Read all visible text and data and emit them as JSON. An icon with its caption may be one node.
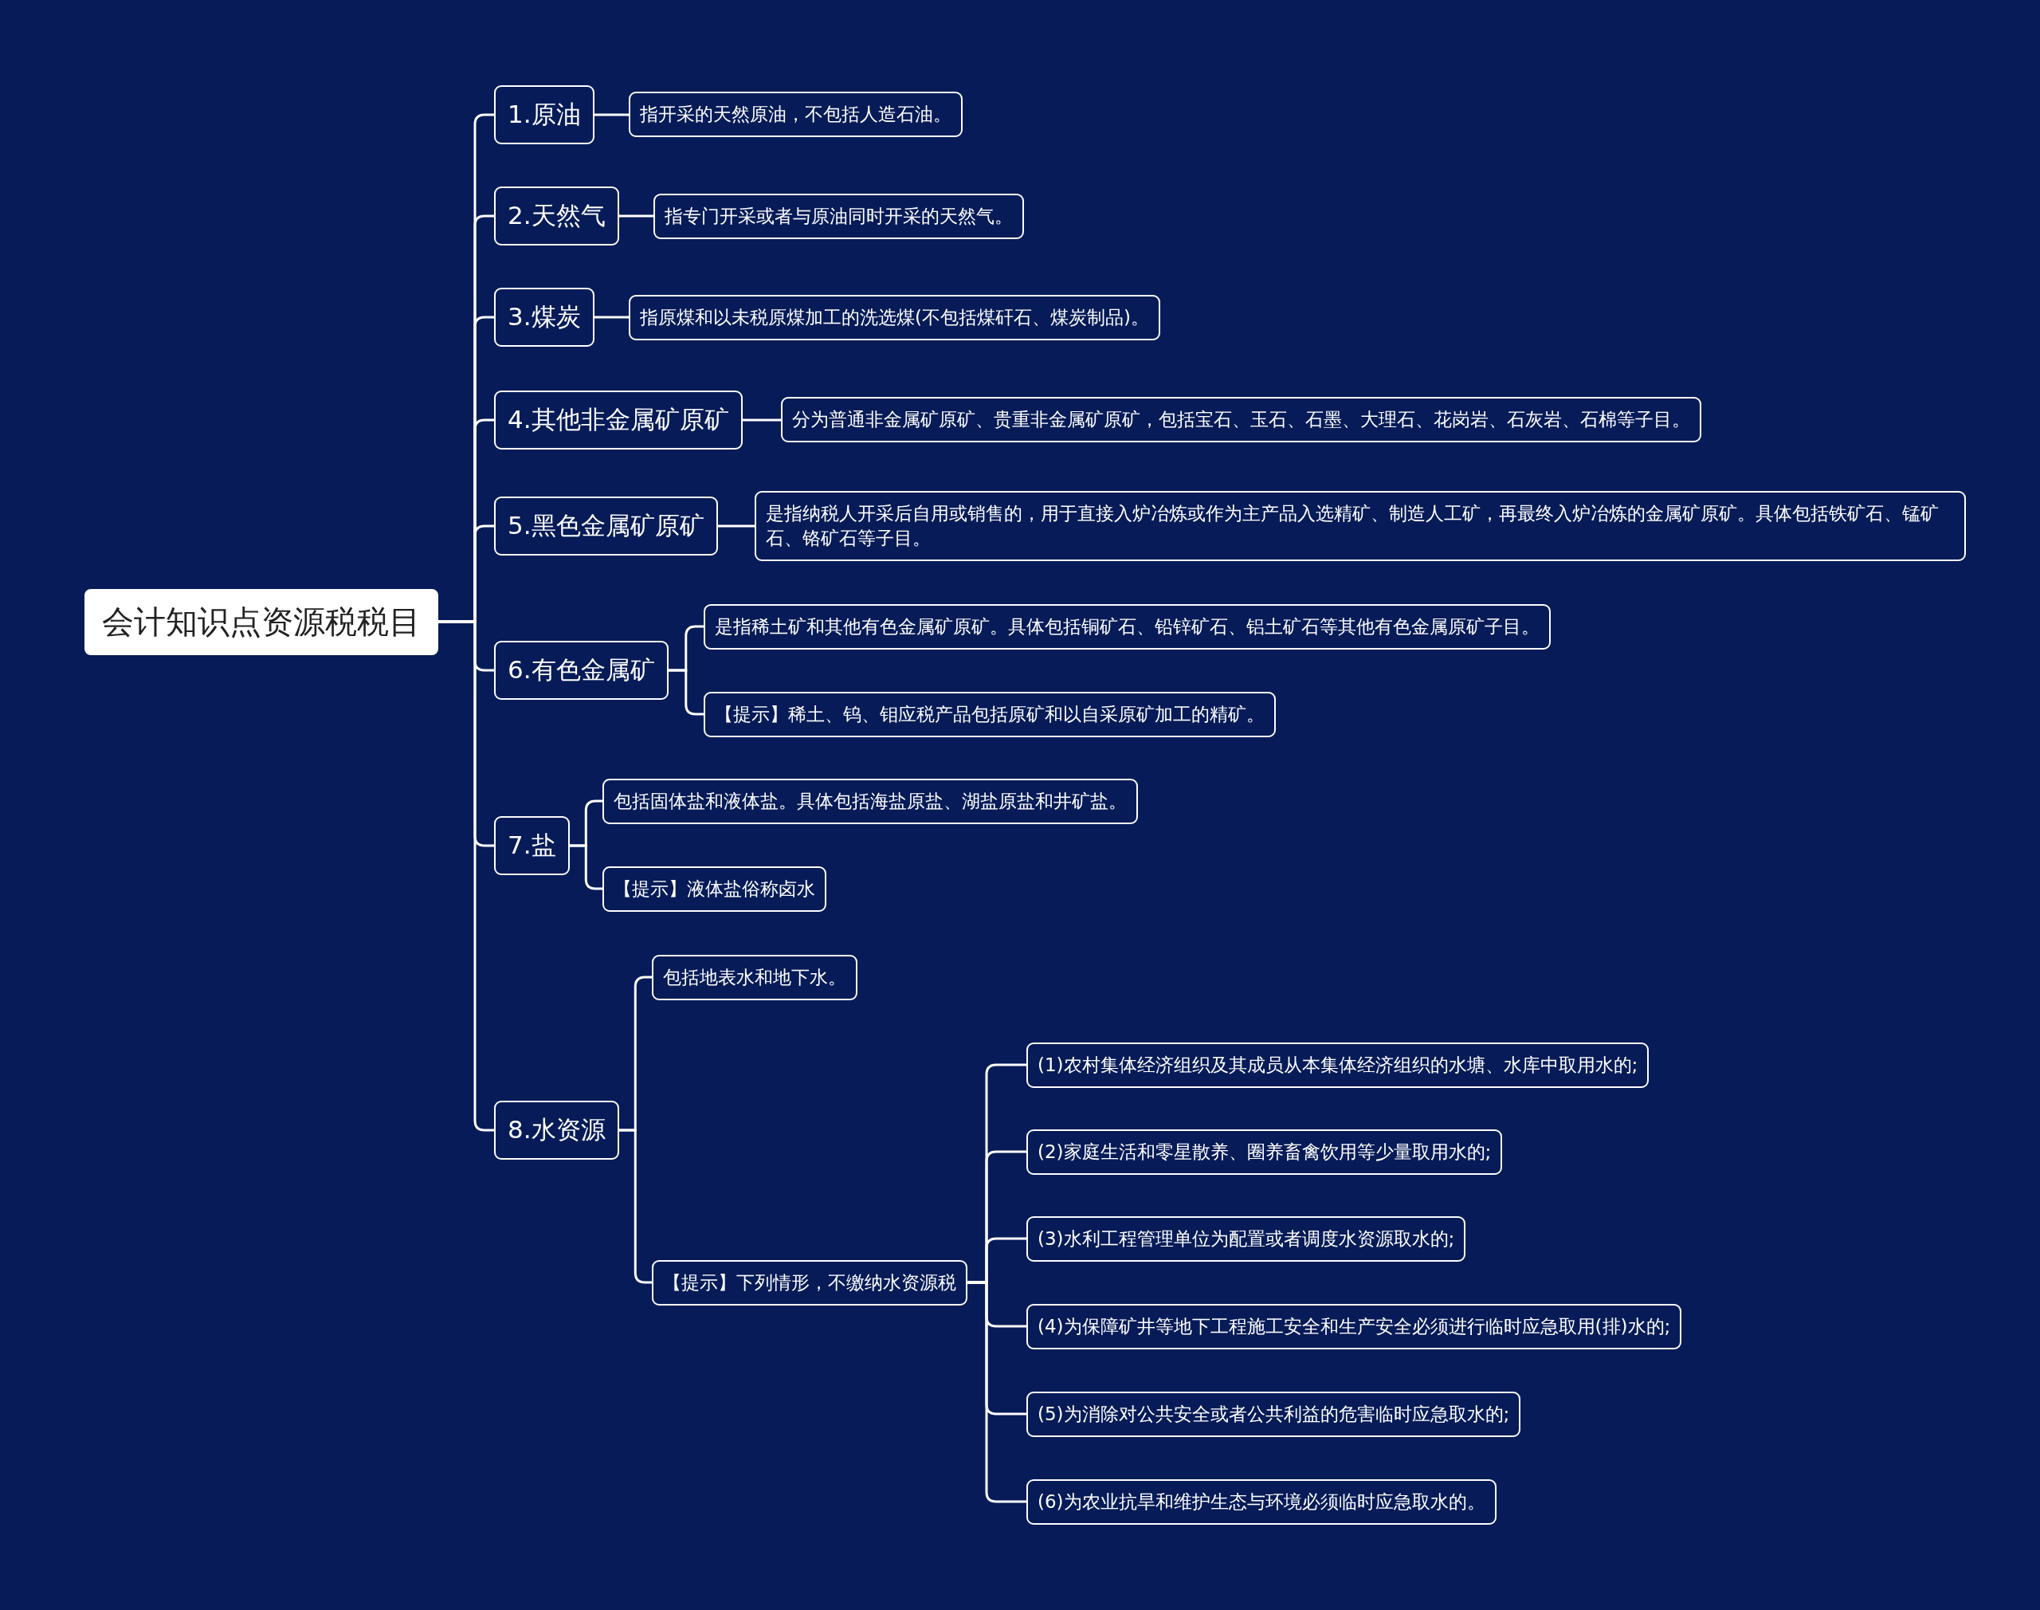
{
  "diagram": {
    "nodes": [
      {
        "text": [
          "会计知识点资源税税目"
        ]
      },
      {
        "text": [
          "1.原油"
        ]
      },
      {
        "text": [
          "指开采的天然原油，不包括人造石油。"
        ]
      },
      {
        "text": [
          "2.天然气"
        ]
      },
      {
        "text": [
          "指专门开采或者与原油同时开采的天然气。"
        ]
      },
      {
        "text": [
          "3.煤炭"
        ]
      },
      {
        "text": [
          "指原煤和以未税原煤加工的洗选煤(不包括煤矸石、煤炭制品)。"
        ]
      },
      {
        "text": [
          "4.其他非金属矿原矿"
        ]
      },
      {
        "text": [
          "分为普通非金属矿原矿、贵重非金属矿原矿，包括宝石、玉石、石墨、大理石、花岗岩、石灰岩、石棉等子目。"
        ]
      },
      {
        "text": [
          "5.黑色金属矿原矿"
        ]
      },
      {
        "text": [
          "是指纳税人开采后自用或销售的，用于直接入炉冶炼或作为主产品入选精矿、制造人工矿，再最终入炉冶炼的金属矿原矿。具体包括铁矿石、锰矿石、铬矿石等子目。"
        ]
      },
      {
        "text": [
          "6.有色金属矿"
        ]
      },
      {
        "text": [
          "是指稀土矿和其他有色金属矿原矿。具体包括铜矿石、铅锌矿石、铝土矿石等其他有色金属原矿子目。"
        ]
      },
      {
        "text": [
          "【提示】稀土、钨、钼应税产品包括原矿和以自采原矿加工的精矿。"
        ]
      },
      {
        "text": [
          "7.盐"
        ]
      },
      {
        "text": [
          "包括固体盐和液体盐。具体包括海盐原盐、湖盐原盐和井矿盐。"
        ]
      },
      {
        "text": [
          "【提示】液体盐俗称卤水"
        ]
      },
      {
        "text": [
          "8.水资源"
        ]
      },
      {
        "text": [
          "包括地表水和地下水。"
        ]
      },
      {
        "text": [
          "【提示】下列情形，不缴纳水资源税"
        ]
      },
      {
        "text": [
          "(1)农村集体经济组织及其成员从本集体经济组织的水塘、水库中取用水的;"
        ]
      },
      {
        "text": [
          "(2)家庭生活和零星散养、圈养畜禽饮用等少量取用水的;"
        ]
      },
      {
        "text": [
          "(3)水利工程管理单位为配置或者调度水资源取水的;"
        ]
      },
      {
        "text": [
          "(4)为保障矿井等地下工程施工安全和生产安全必须进行临时应急取用(排)水的;"
        ]
      },
      {
        "text": [
          "(5)为消除对公共安全或者公共利益的危害临时应急取水的;"
        ]
      },
      {
        "text": [
          "(6)为农业抗旱和维护生态与环境必须临时应急取水的。"
        ]
      }
    ],
    "edges": [
      {
        "from": 0,
        "to": 1,
        "arrow": "none"
      },
      {
        "from": 0,
        "to": 3,
        "arrow": "none"
      },
      {
        "from": 0,
        "to": 5,
        "arrow": "none"
      },
      {
        "from": 0,
        "to": 7,
        "arrow": "none"
      },
      {
        "from": 0,
        "to": 9,
        "arrow": "none"
      },
      {
        "from": 0,
        "to": 11,
        "arrow": "none"
      },
      {
        "from": 0,
        "to": 14,
        "arrow": "none"
      },
      {
        "from": 0,
        "to": 17,
        "arrow": "none"
      },
      {
        "from": 1,
        "to": 2,
        "arrow": "none"
      },
      {
        "from": 3,
        "to": 4,
        "arrow": "none"
      },
      {
        "from": 5,
        "to": 6,
        "arrow": "none"
      },
      {
        "from": 7,
        "to": 8,
        "arrow": "none"
      },
      {
        "from": 9,
        "to": 10,
        "arrow": "none"
      },
      {
        "from": 11,
        "to": 12,
        "arrow": "none"
      },
      {
        "from": 11,
        "to": 13,
        "arrow": "none"
      },
      {
        "from": 14,
        "to": 15,
        "arrow": "none"
      },
      {
        "from": 14,
        "to": 16,
        "arrow": "none"
      },
      {
        "from": 17,
        "to": 18,
        "arrow": "none"
      },
      {
        "from": 17,
        "to": 19,
        "arrow": "none"
      },
      {
        "from": 19,
        "to": 20,
        "arrow": "none"
      },
      {
        "from": 19,
        "to": 21,
        "arrow": "none"
      },
      {
        "from": 19,
        "to": 22,
        "arrow": "none"
      },
      {
        "from": 19,
        "to": 23,
        "arrow": "none"
      },
      {
        "from": 19,
        "to": 24,
        "arrow": "none"
      },
      {
        "from": 19,
        "to": 25,
        "arrow": "none"
      }
    ]
  }
}
